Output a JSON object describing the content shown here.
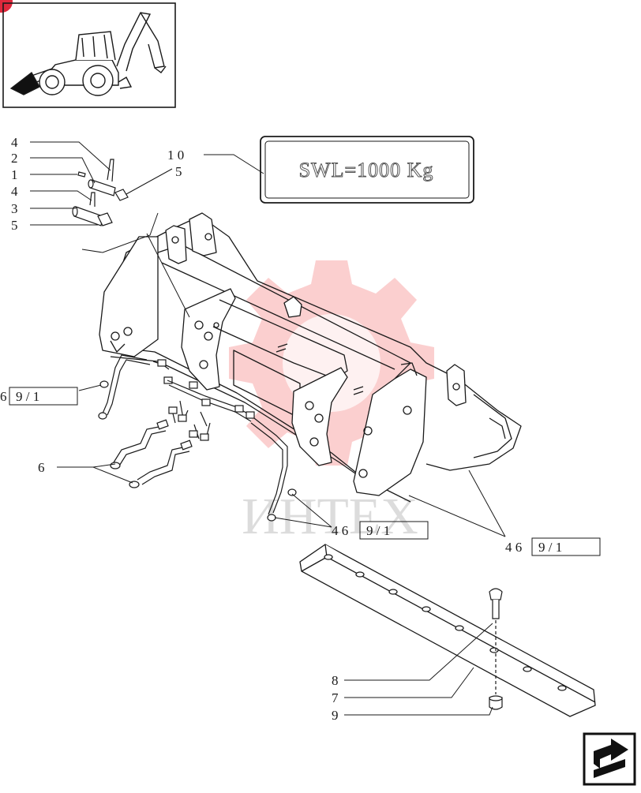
{
  "diagram": {
    "callouts": [
      {
        "id": "c4a",
        "label": "4"
      },
      {
        "id": "c2",
        "label": "2"
      },
      {
        "id": "c1",
        "label": "1"
      },
      {
        "id": "c4b",
        "label": "4"
      },
      {
        "id": "c3",
        "label": "3"
      },
      {
        "id": "c5a",
        "label": "5"
      },
      {
        "id": "c10",
        "label": "1 0"
      },
      {
        "id": "c5b",
        "label": "5"
      },
      {
        "id": "c6",
        "label": "6"
      },
      {
        "id": "c8",
        "label": "8"
      },
      {
        "id": "c7",
        "label": "7"
      },
      {
        "id": "c9",
        "label": "9"
      }
    ],
    "refs": {
      "left": {
        "prefix": "6",
        "box": "9 / 1"
      },
      "bottom_center": {
        "prefix": "4 6",
        "box": "9 / 1"
      },
      "bottom_right": {
        "prefix": "4 6",
        "box": "9 / 1"
      }
    },
    "decal_text": "SWL=1000 Kg",
    "watermark_text": "ИНТЕХ",
    "colors": {
      "line": "#1a1a1a",
      "watermark": "#f26b6b",
      "corner_badge": "#e0283c"
    }
  }
}
